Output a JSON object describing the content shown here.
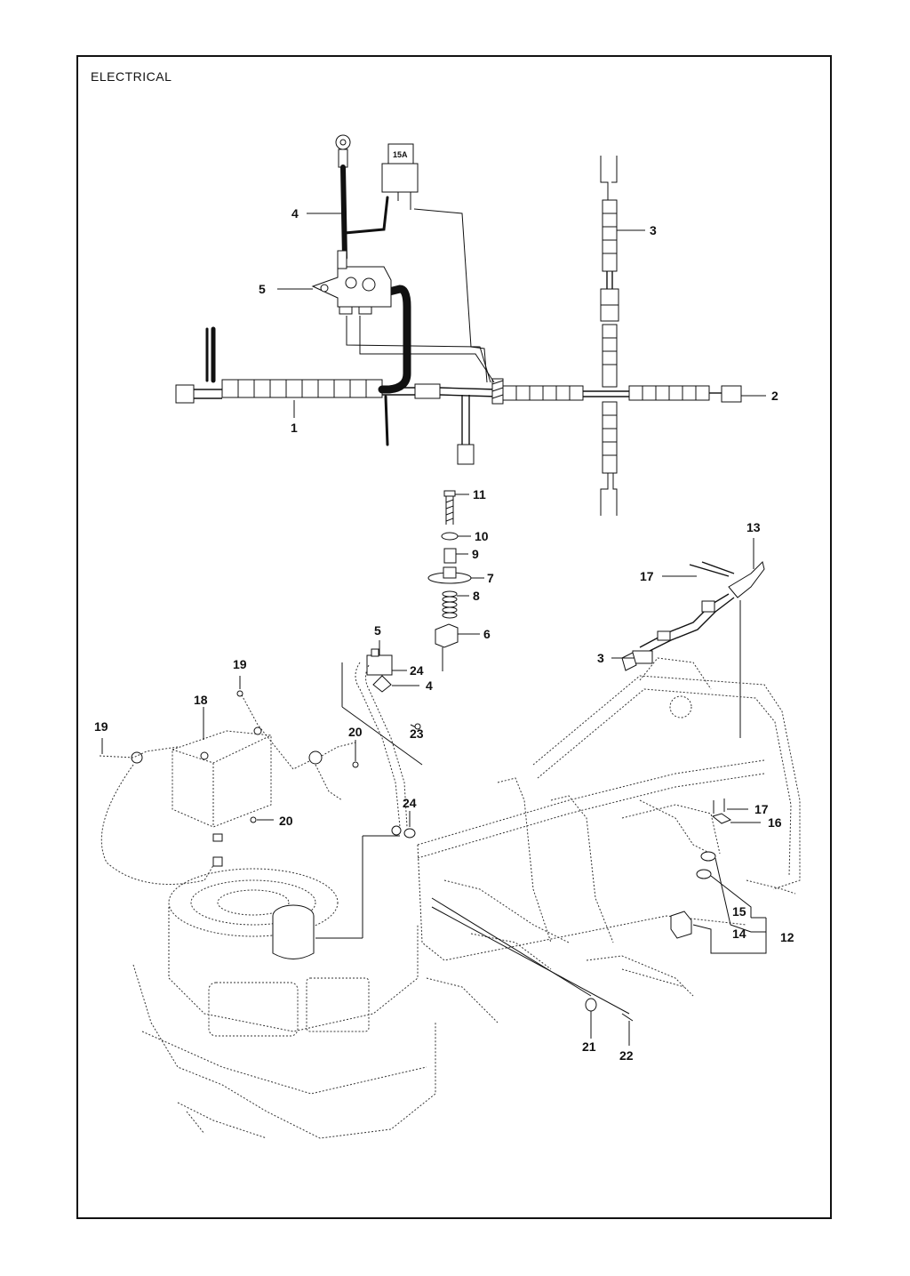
{
  "title": "ELECTRICAL",
  "fuse_label": "15A",
  "callouts": [
    {
      "id": "c4a",
      "label": "4"
    },
    {
      "id": "c5a",
      "label": "5"
    },
    {
      "id": "c3a",
      "label": "3"
    },
    {
      "id": "c2",
      "label": "2"
    },
    {
      "id": "c1",
      "label": "1"
    },
    {
      "id": "c11",
      "label": "11"
    },
    {
      "id": "c10",
      "label": "10"
    },
    {
      "id": "c9",
      "label": "9"
    },
    {
      "id": "c7",
      "label": "7"
    },
    {
      "id": "c8",
      "label": "8"
    },
    {
      "id": "c6",
      "label": "6"
    },
    {
      "id": "c13",
      "label": "13"
    },
    {
      "id": "c17a",
      "label": "17"
    },
    {
      "id": "c3b",
      "label": "3"
    },
    {
      "id": "c5b",
      "label": "5"
    },
    {
      "id": "c24a",
      "label": "24"
    },
    {
      "id": "c4b",
      "label": "4"
    },
    {
      "id": "c23",
      "label": "23"
    },
    {
      "id": "c19a",
      "label": "19"
    },
    {
      "id": "c18",
      "label": "18"
    },
    {
      "id": "c19b",
      "label": "19"
    },
    {
      "id": "c20a",
      "label": "20"
    },
    {
      "id": "c20b",
      "label": "20"
    },
    {
      "id": "c24b",
      "label": "24"
    },
    {
      "id": "c17b",
      "label": "17"
    },
    {
      "id": "c16",
      "label": "16"
    },
    {
      "id": "c15",
      "label": "15"
    },
    {
      "id": "c14",
      "label": "14"
    },
    {
      "id": "c12",
      "label": "12"
    },
    {
      "id": "c21",
      "label": "21"
    },
    {
      "id": "c22",
      "label": "22"
    }
  ]
}
